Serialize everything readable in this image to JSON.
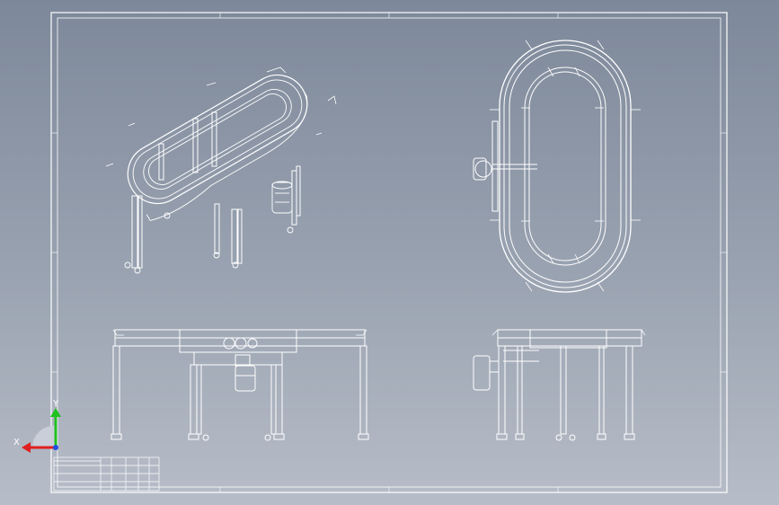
{
  "viewport": {
    "name": "drawing-viewport",
    "background_top": "#7d889a",
    "background_bottom": "#b7bdc8",
    "line_color": "#ffffff"
  },
  "views": [
    "isometric-view",
    "top-view",
    "front-view",
    "side-view"
  ],
  "triad": {
    "x_label": "X",
    "y_label": "Y",
    "x_color": "#e02020",
    "y_color": "#20c020",
    "z_color": "#2050e0"
  },
  "title_block": {
    "rows": 4,
    "text": ""
  }
}
